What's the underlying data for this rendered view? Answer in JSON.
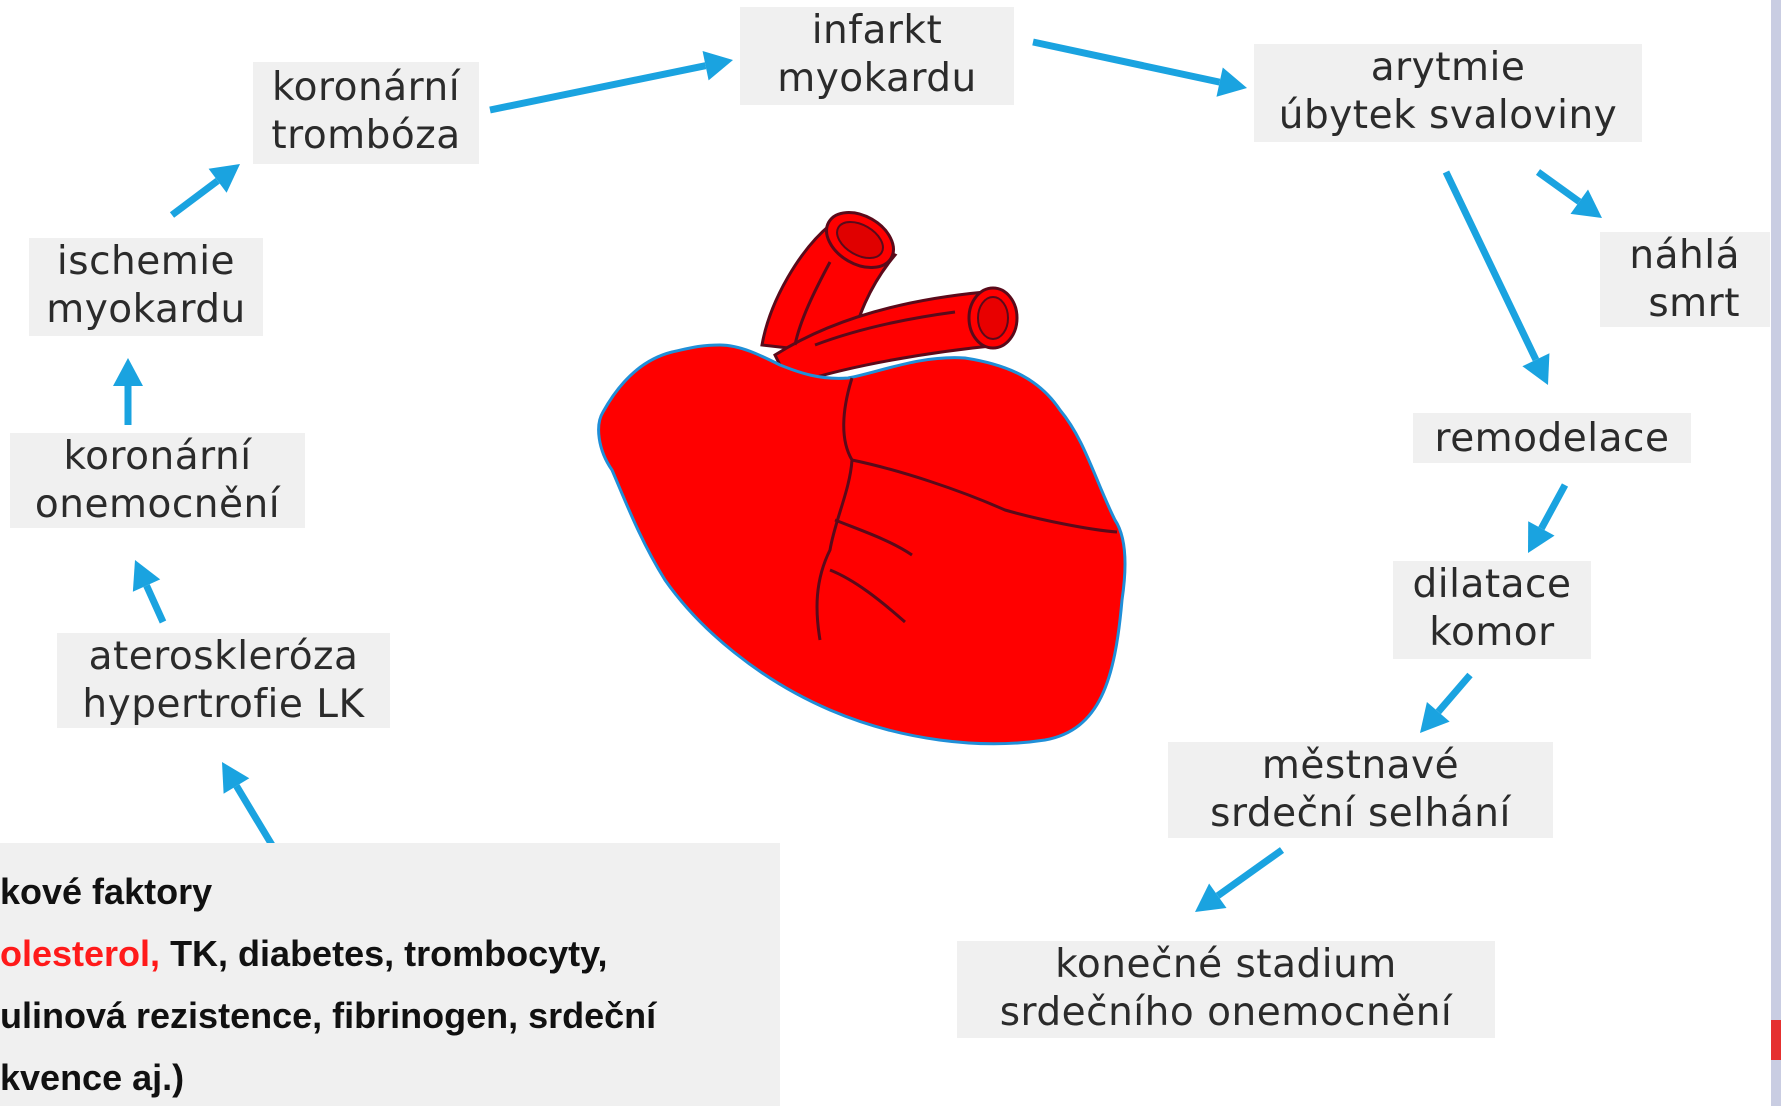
{
  "nodes": {
    "koronarni_tromboza": [
      "koronární",
      "trombóza"
    ],
    "infarkt_myokardu": [
      "infarkt",
      "myokardu"
    ],
    "arytmie": [
      "arytmie",
      "úbytek  svaloviny"
    ],
    "nahla_smrt": [
      "náhlá",
      "smrt"
    ],
    "ischemie_myokardu": [
      "ischemie",
      "myokardu"
    ],
    "koronarni_onemocneni": [
      "koronární",
      "onemocnění"
    ],
    "ateroskleroza": [
      "ateroskleróza",
      "hypertrofie LK"
    ],
    "remodelace": [
      "remodelace"
    ],
    "dilatace_komor": [
      "dilatace",
      "komor"
    ],
    "mestnave_selhani": [
      "městnavé",
      "srdeční selhání"
    ],
    "konecne_stadium": [
      "konečné  stadium",
      "srdečního onemocnění"
    ]
  },
  "risk_factors": {
    "line1": "kové faktory",
    "line2_red": "olesterol,",
    "line2_rest": " TK, diabetes, trombocyty,",
    "line3": "ulinová rezistence, fibrinogen, srdeční",
    "line4": "kvence aj.)"
  },
  "colors": {
    "arrow": "#1aa3e0",
    "heart": "#ff0000",
    "heart_outline": "#1f8fd8",
    "vessel_line": "#5a0a1a",
    "node_bg": "#f0f0f0",
    "highlight_red": "#ff1a1a"
  }
}
